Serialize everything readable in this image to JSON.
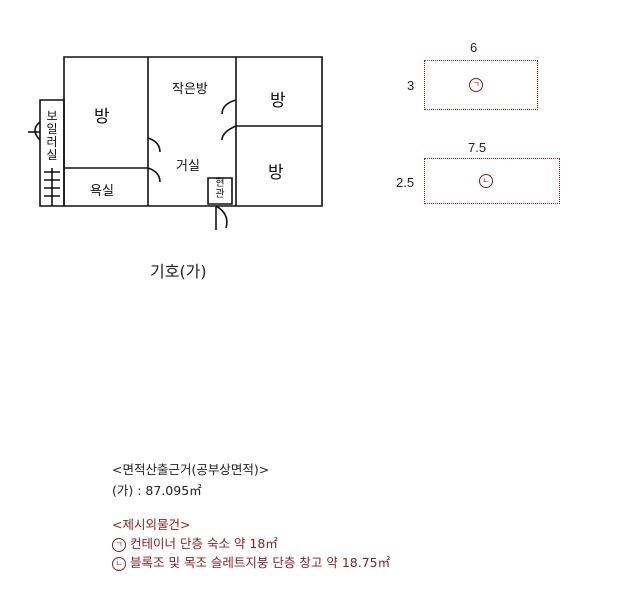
{
  "floor_plan": {
    "rooms": {
      "room_left": "방",
      "room_top_mid": "작은방",
      "room_top_right": "방",
      "living_room": "거실",
      "bath_room": "욕실",
      "room_bottom_right": "방"
    },
    "boiler_room": "보일러실",
    "entrance": "현관",
    "caption": "기호(가)"
  },
  "diagrams": {
    "box_a": {
      "width_label": "6",
      "height_label": "3",
      "symbol": "ㄱ"
    },
    "box_b": {
      "width_label": "7.5",
      "height_label": "2.5",
      "symbol": "ㄴ"
    }
  },
  "area_basis": {
    "heading": "<면적산출근거(공부상면적)>",
    "line": "(가) : 87.095㎡"
  },
  "excluded": {
    "heading": "<제시외물건>",
    "items": [
      {
        "symbol": "ㄱ",
        "text": "컨테이너 단층 숙소 약 18㎡"
      },
      {
        "symbol": "ㄴ",
        "text": "블록조 및 목조 슬레트지붕 단층 창고 약 18.75㎡"
      }
    ]
  },
  "colors": {
    "accent_red": "#8b1e1e"
  }
}
